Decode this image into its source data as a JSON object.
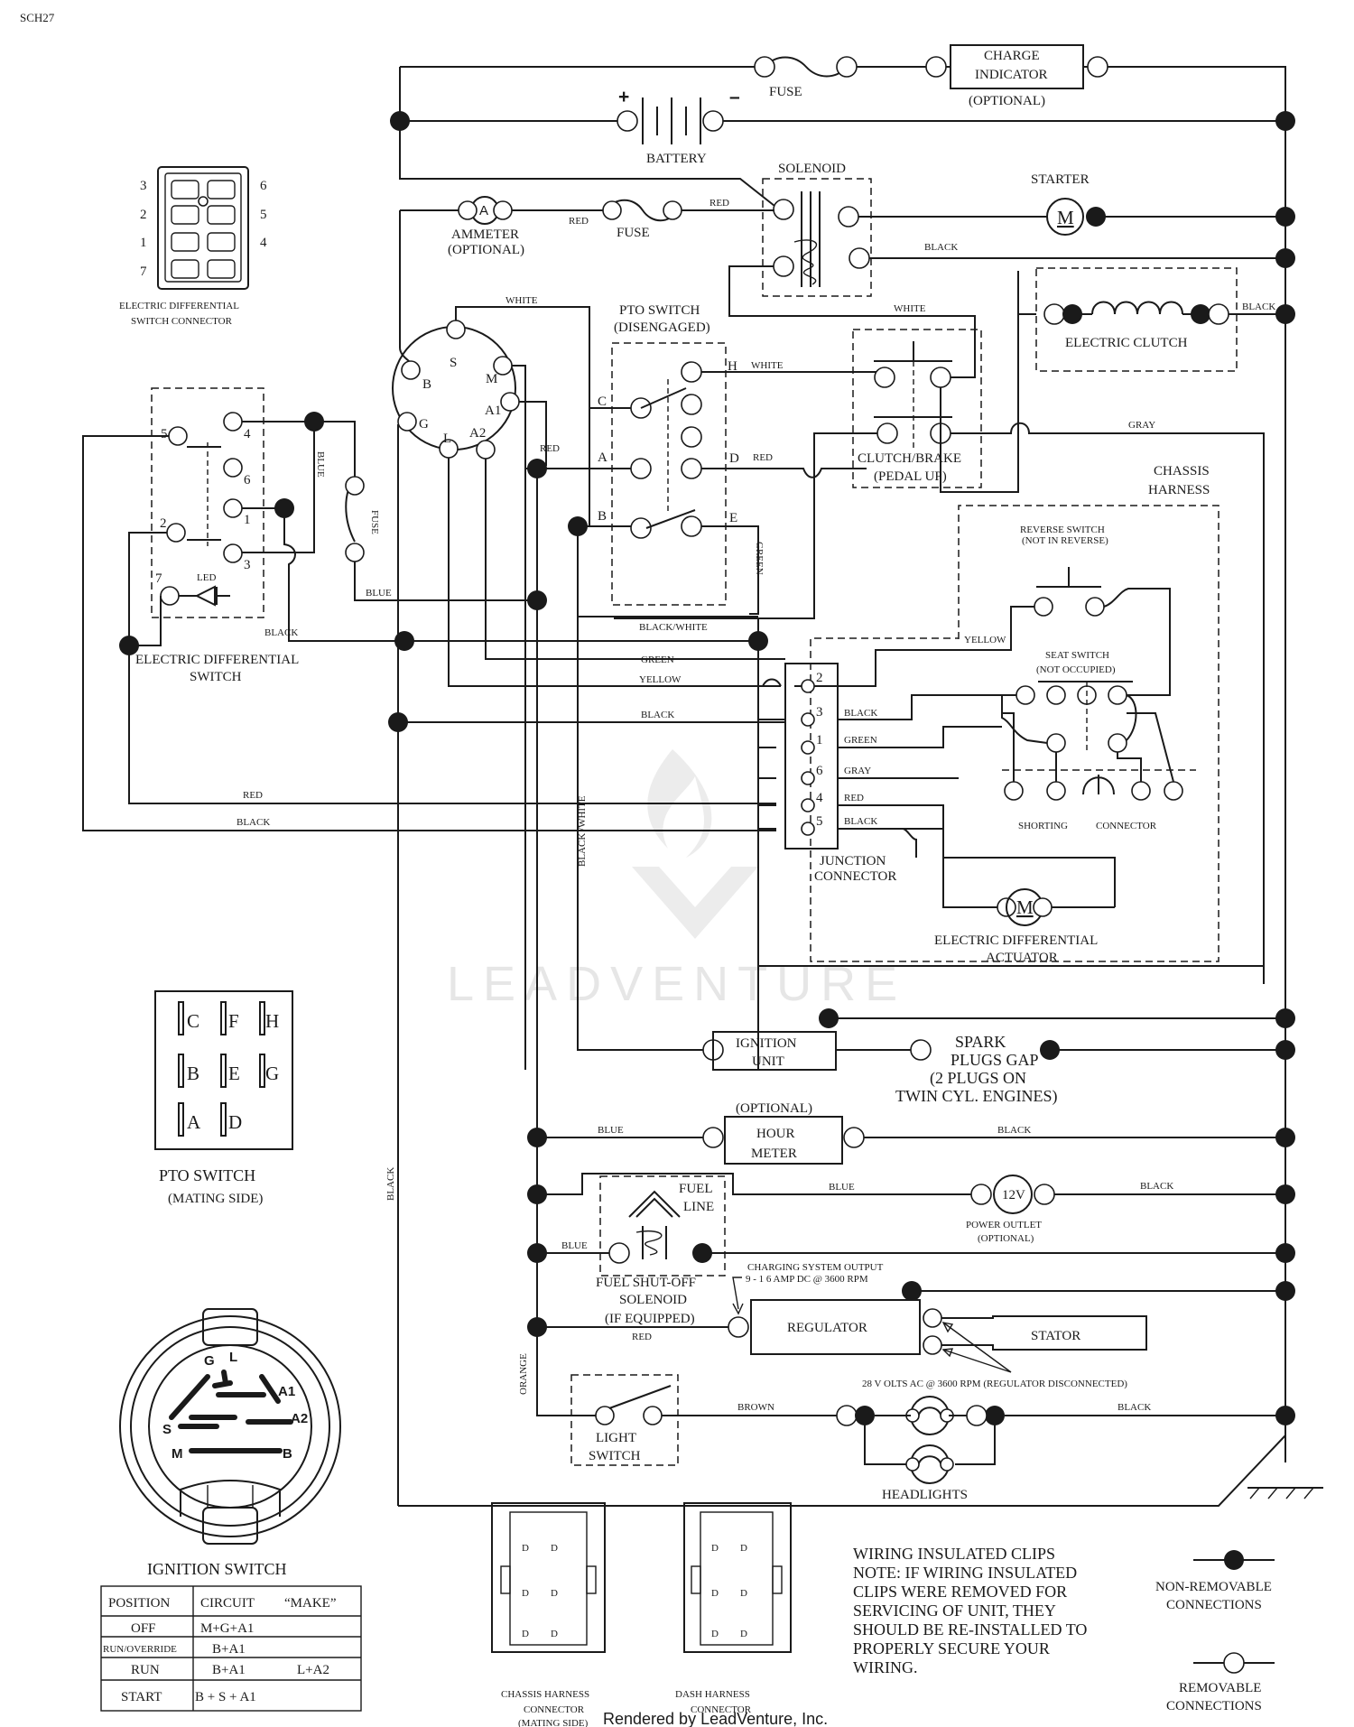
{
  "drawing_id": "SCH27",
  "watermark": "LEADVENTURE",
  "footer": "Rendered by LeadVenture, Inc.",
  "components": {
    "fuse": "FUSE",
    "charge_indicator": [
      "CHARGE",
      "INDICATOR",
      "(OPTIONAL)"
    ],
    "battery": "BATTERY",
    "battery_plus": "+",
    "battery_minus": "–",
    "solenoid": "SOLENOID",
    "starter": "STARTER",
    "motor_symbol": "M",
    "ammeter": [
      "AMMETER",
      "(OPTIONAL)"
    ],
    "ammeter_symbol": "A",
    "pto_switch": [
      "PTO SWITCH",
      "(DISENGAGED)"
    ],
    "electric_clutch": "ELECTRIC CLUTCH",
    "clutch_brake": [
      "CLUTCH/BRAKE",
      "(PEDAL UP)"
    ],
    "chassis_harness": [
      "CHASSIS",
      "HARNESS"
    ],
    "reverse_switch": [
      "REVERSE SWITCH",
      "(NOT IN REVERSE)"
    ],
    "seat_switch": [
      "SEAT SWITCH",
      "(NOT OCCUPIED)"
    ],
    "shorting_connector": [
      "SHORTING",
      "CONNECTOR"
    ],
    "junction_connector": [
      "JUNCTION",
      "CONNECTOR"
    ],
    "electric_differential_actuator": [
      "ELECTRIC DIFFERENTIAL",
      "ACTUATOR"
    ],
    "electric_differential_switch": [
      "ELECTRIC DIFFERENTIAL",
      "SWITCH"
    ],
    "electric_differential_switch_connector": [
      "ELECTRIC DIFFERENTIAL",
      "SWITCH CONNECTOR"
    ],
    "led": "LED",
    "ignition_unit": [
      "IGNITION",
      "UNIT"
    ],
    "spark_plugs": [
      "SPARK",
      "PLUGS GAP",
      "(2 PLUGS ON",
      "TWIN CYL. ENGINES)"
    ],
    "hour_meter": [
      "(OPTIONAL)",
      "HOUR",
      "METER"
    ],
    "fuel_line": [
      "FUEL",
      "LINE"
    ],
    "power_outlet": [
      "POWER OUTLET",
      "(OPTIONAL)"
    ],
    "power_outlet_symbol": "12V",
    "fuel_shutoff": [
      "FUEL SHUT-OFF",
      "SOLENOID",
      "(IF EQUIPPED)"
    ],
    "charging_output": [
      "CHARGING SYSTEM OUTPUT",
      "9 - 1 6 AMP DC @ 3600 RPM"
    ],
    "regulator": "REGULATOR",
    "stator": "STATOR",
    "stator_ac": "28 V OLTS AC @ 3600 RPM (REGULATOR DISCONNECTED)",
    "light_switch": [
      "LIGHT",
      "SWITCH"
    ],
    "headlights": "HEADLIGHTS",
    "pto_mating": [
      "PTO SWITCH",
      "(MATING SIDE)"
    ],
    "ignition_switch": "IGNITION SWITCH",
    "chassis_harness_connector": [
      "CHASSIS HARNESS",
      "CONNECTOR",
      "(MATING SIDE)"
    ],
    "dash_harness_connector": [
      "DASH HARNESS",
      "CONNECTOR"
    ]
  },
  "ignition_terminals": [
    "B",
    "S",
    "M",
    "G",
    "L",
    "A1",
    "A2"
  ],
  "pto_terminals": [
    "C",
    "H",
    "A",
    "D",
    "B",
    "E"
  ],
  "diff_switch_pins": [
    "5",
    "4",
    "6",
    "1",
    "2",
    "3",
    "7"
  ],
  "diff_connector_pins": [
    "3",
    "6",
    "2",
    "5",
    "1",
    "4",
    "7"
  ],
  "junction_pins": [
    "2",
    "3",
    "1",
    "6",
    "4",
    "5"
  ],
  "pto_mating_letters": [
    "C",
    "F",
    "H",
    "B",
    "E",
    "G",
    "A",
    "D"
  ],
  "ign_mating_letters": [
    "G",
    "L",
    "A1",
    "A2",
    "S",
    "M",
    "B"
  ],
  "wire_colors": {
    "red": "RED",
    "black": "BLACK",
    "white": "WHITE",
    "blue": "BLUE",
    "green": "GREEN",
    "yellow": "YELLOW",
    "gray": "GRAY",
    "orange": "ORANGE",
    "brown": "BROWN",
    "black_white": "BLACK/WHITE",
    "black_white_v": "BLACK /WHITE",
    "fuse_v": "FUSE"
  },
  "ignition_table": {
    "headers": [
      "POSITION",
      "CIRCUIT",
      "“MAKE”"
    ],
    "rows": [
      [
        "OFF",
        "M+G+A1",
        ""
      ],
      [
        "RUN/OVERRIDE",
        "B+A1",
        ""
      ],
      [
        "RUN",
        "B+A1",
        "L+A2"
      ],
      [
        "START",
        "B + S + A1",
        ""
      ]
    ]
  },
  "note": [
    "WIRING INSULATED CLIPS",
    "NOTE:  IF WIRING INSULATED",
    "CLIPS WERE REMOVED FOR",
    "SERVICING OF UNIT, THEY",
    "SHOULD BE RE-INSTALLED TO",
    "PROPERLY SECURE YOUR",
    "WIRING."
  ],
  "legend": {
    "non_removable": [
      "NON-REMOVABLE",
      "CONNECTIONS"
    ],
    "removable": [
      "REMOVABLE",
      "CONNECTIONS"
    ]
  }
}
